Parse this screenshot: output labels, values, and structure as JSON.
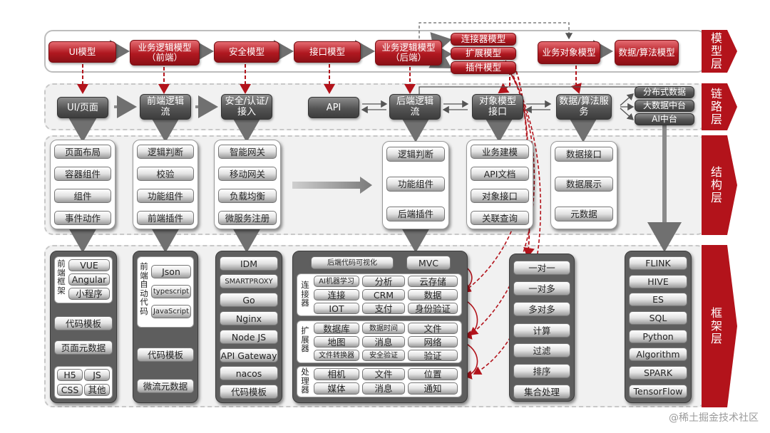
{
  "layers": {
    "model": "模型层",
    "link": "链路层",
    "structure": "结构层",
    "framework": "框架层"
  },
  "model_boxes": {
    "ui": "UI模型",
    "biz_front": "业务逻辑模型（前端）",
    "security": "安全模型",
    "interface": "接口模型",
    "biz_back": "业务逻辑模型（后端）",
    "connector": "连接器模型",
    "extension": "扩展模型",
    "plugin": "插件模型",
    "biz_object": "业务对象模型",
    "data_algo": "数据/算法模型"
  },
  "link_boxes": {
    "ui_page": "UI/页面",
    "front_logic": "前端逻辑流",
    "security_auth": "安全/认证/接入",
    "api": "API",
    "back_logic": "后端逻辑流",
    "object_iface": "对象模型接口",
    "data_service": "数据/算法服务",
    "distributed": "分布式数据",
    "bigdata": "大数据中台",
    "ai": "AI中台"
  },
  "structure": {
    "ui": [
      "页面布局",
      "容器组件",
      "组件",
      "事件动作"
    ],
    "front": [
      "逻辑判断",
      "校验",
      "功能组件",
      "前端插件"
    ],
    "security": [
      "智能网关",
      "移动网关",
      "负载均衡",
      "微服务注册"
    ],
    "back": [
      "逻辑判断",
      "功能组件",
      "后端插件"
    ],
    "object": [
      "业务建模",
      "API文档",
      "对象接口",
      "关联查询"
    ],
    "data": [
      "数据接口",
      "数据展示",
      "元数据"
    ]
  },
  "framework": {
    "front_label": "前端框架",
    "front_items": [
      "VUE",
      "Angular",
      "小程序"
    ],
    "front_bottom": [
      "代码模板",
      "页面元数据"
    ],
    "front_tech": [
      "H5",
      "JS",
      "CSS",
      "其他"
    ],
    "auto_label": "前端自动代码",
    "auto_items": [
      "Json",
      "typescript",
      "JavaScript"
    ],
    "auto_bottom": [
      "代码模板",
      "微流元数据"
    ],
    "gateway": [
      "IDM",
      "SMARTPROXY",
      "Go",
      "Nginx",
      "Node JS",
      "API Gateway",
      "nacos",
      "代码模板"
    ],
    "mvc_label": "后端代码可视化",
    "mvc": "MVC",
    "connector_label": "连接器",
    "connector_items": [
      "AI机器学习",
      "分析",
      "云存储",
      "连接",
      "CRM",
      "数据",
      "IOT",
      "支付",
      "身份验证"
    ],
    "extender_label": "扩展器",
    "extender_items": [
      "数据库",
      "数据时间",
      "文件",
      "地图",
      "消息",
      "网络",
      "文件转换器",
      "安全验证",
      "验证"
    ],
    "processor_label": "处理器",
    "processor_items": [
      "相机",
      "文件",
      "位置",
      "媒体",
      "消息",
      "通知"
    ],
    "relations": [
      "一对一",
      "一对多",
      "多对多",
      "计算",
      "过滤",
      "排序",
      "集合处理"
    ],
    "bigdata": [
      "FLINK",
      "HIVE",
      "ES",
      "SQL",
      "Python",
      "Algorithm",
      "SPARK",
      "TensorFlow"
    ]
  },
  "watermark": "@稀土掘金技术社区",
  "colors": {
    "accent": "#b3131b",
    "dark": "#555555"
  }
}
